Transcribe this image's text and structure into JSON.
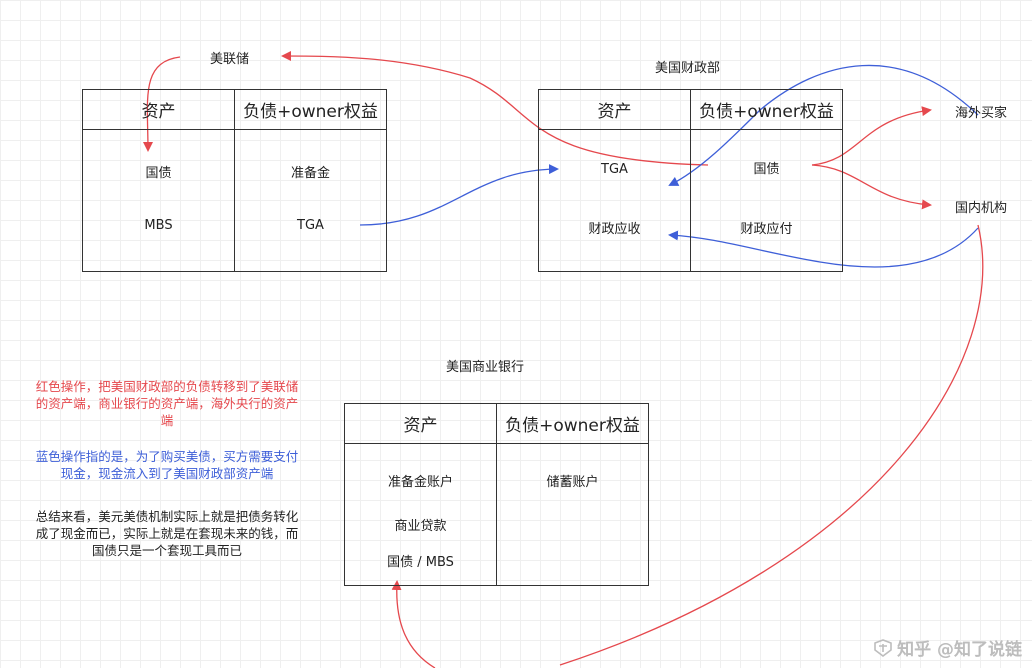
{
  "fed": {
    "title": "美联储",
    "assets_header": "资产",
    "liab_header": "负债+owner权益",
    "assets": [
      "国债",
      "MBS"
    ],
    "liabilities": [
      "准备金",
      "TGA"
    ]
  },
  "treasury": {
    "title": "美国财政部",
    "assets_header": "资产",
    "liab_header": "负债+owner权益",
    "assets": [
      "TGA",
      "财政应收"
    ],
    "liabilities": [
      "国债",
      "财政应付"
    ]
  },
  "bank": {
    "title": "美国商业银行",
    "assets_header": "资产",
    "liab_header": "负债+owner权益",
    "assets": [
      "准备金账户",
      "商业贷款",
      "国债 / MBS"
    ],
    "liabilities": [
      "储蓄账户"
    ]
  },
  "buyers": {
    "foreign": "海外买家",
    "domestic": "国内机构"
  },
  "notes": {
    "red": "红色操作，把美国财政部的负债转移到了美联储的资产端，商业银行的资产端，海外央行的资产端",
    "blue": "蓝色操作指的是，为了购买美债，买方需要支付现金，现金流入到了美国财政部资产端",
    "summary": "总结来看，美元美债机制实际上就是把债务转化成了现金而已，实际上就是在套现未来的钱，而国债只是一个套现工具而已"
  },
  "colors": {
    "red_flow": "#e5484d",
    "blue_flow": "#3e5fd8"
  },
  "watermark": "知乎 @知了说链"
}
